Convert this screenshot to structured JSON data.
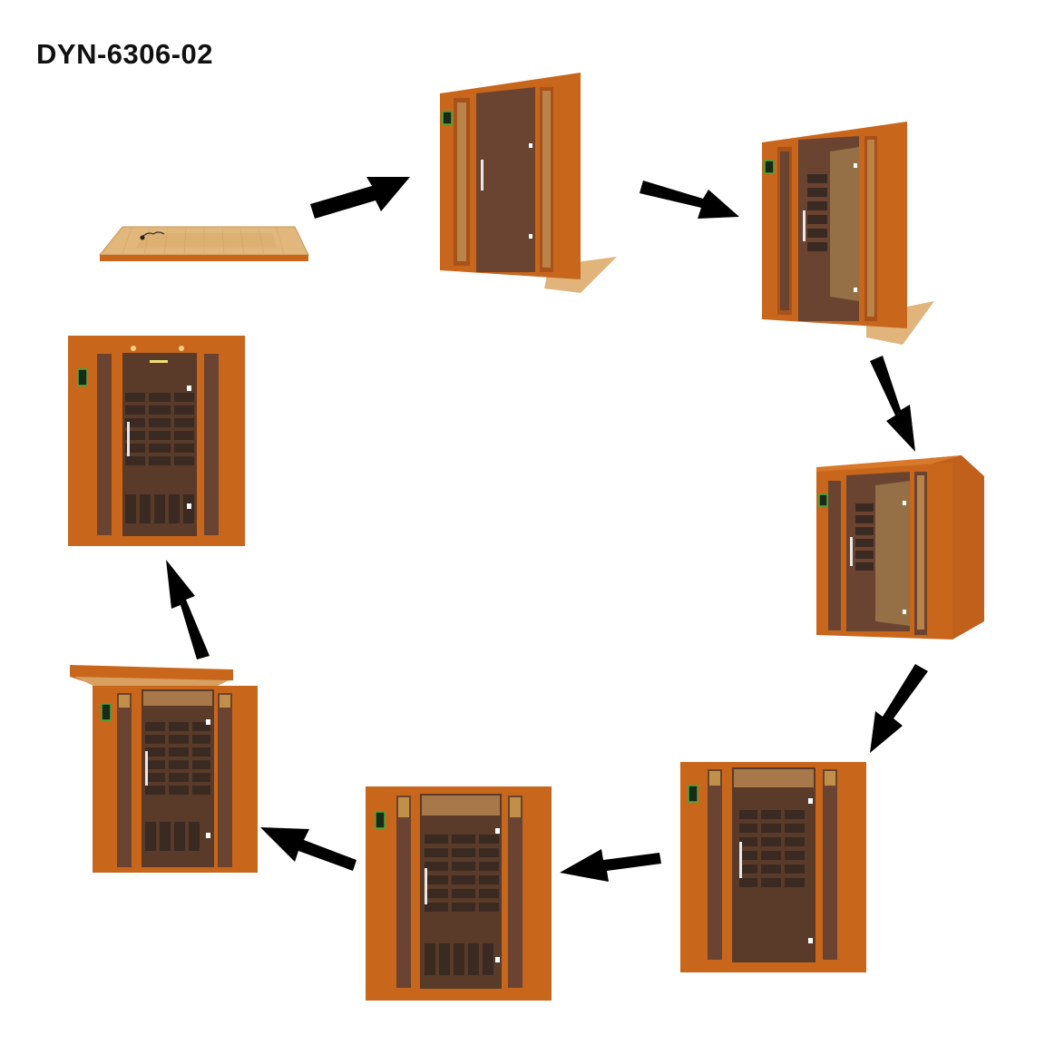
{
  "title": "DYN-6306-02",
  "diagram": {
    "type": "assembly-sequence-cycle",
    "description": "Circular step-by-step assembly sequence of an infrared sauna",
    "colors": {
      "wood": "#c8661c",
      "wood_light": "#d8782a",
      "wood_dark": "#9e4a12",
      "glass": "#5a3a28",
      "floor": "#e0b47a",
      "arrow": "#000000",
      "panel_green": "#3fae3f"
    },
    "steps": [
      {
        "index": 1,
        "name": "floor-base",
        "label": "Floor base"
      },
      {
        "index": 2,
        "name": "front-panel-on-floor",
        "label": "Front panel with glass door installed on floor"
      },
      {
        "index": 3,
        "name": "back-and-side-panels",
        "label": "Back wall with heater panels added"
      },
      {
        "index": 4,
        "name": "side-walls-enclosed",
        "label": "Side walls attached"
      },
      {
        "index": 5,
        "name": "front-view-assembled-walls",
        "label": "Front view with walls assembled"
      },
      {
        "index": 6,
        "name": "bench-and-heaters",
        "label": "Bench and heaters in place"
      },
      {
        "index": 7,
        "name": "roof-being-placed",
        "label": "Roof being lowered on top"
      },
      {
        "index": 8,
        "name": "completed-sauna",
        "label": "Completed sauna with lights"
      }
    ],
    "arrows": [
      {
        "from": 1,
        "to": 2,
        "direction": "up-right"
      },
      {
        "from": 2,
        "to": 3,
        "direction": "down-right"
      },
      {
        "from": 3,
        "to": 4,
        "direction": "down"
      },
      {
        "from": 4,
        "to": 5,
        "direction": "down-left"
      },
      {
        "from": 5,
        "to": 6,
        "direction": "left"
      },
      {
        "from": 6,
        "to": 7,
        "direction": "left"
      },
      {
        "from": 7,
        "to": 8,
        "direction": "up"
      }
    ]
  }
}
